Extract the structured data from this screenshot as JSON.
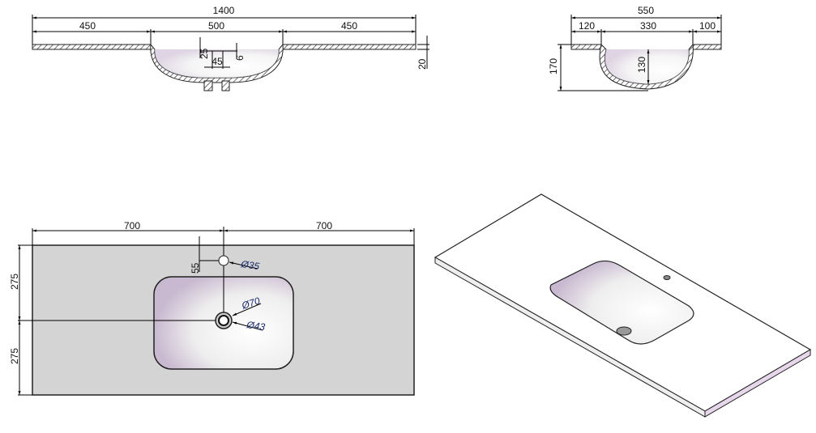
{
  "front_section": {
    "overall_width": "1400",
    "left_width": "450",
    "basin_width": "500",
    "right_width": "450",
    "thickness": "20",
    "overflow_depth": "25",
    "overflow_width": "45",
    "overflow_height": "6"
  },
  "side_section": {
    "overall_depth": "550",
    "front_margin": "120",
    "basin_depth": "330",
    "back_margin": "100",
    "total_height": "170",
    "bowl_height": "130"
  },
  "plan_view": {
    "left_half": "700",
    "right_half": "700",
    "front_half": "275",
    "back_half": "275",
    "tap_offset": "55",
    "tap_hole": "Ø35",
    "drain_outer": "Ø70",
    "drain_inner": "Ø43"
  },
  "colors": {
    "surface": "#d4d4d4",
    "line": "#222222",
    "dim_text_accent": "#1a2a6a"
  }
}
